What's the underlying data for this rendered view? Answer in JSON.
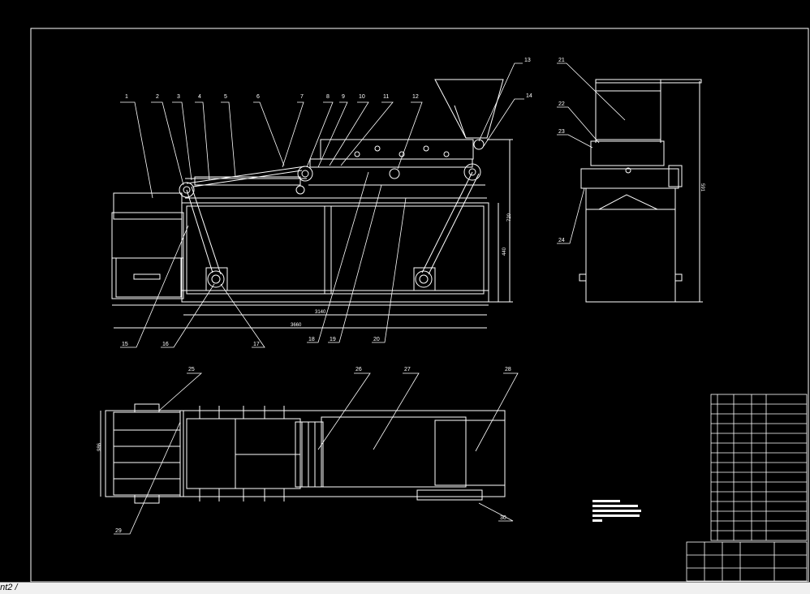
{
  "tab_label": "ont2 /",
  "callouts": [
    "1",
    "2",
    "3",
    "4",
    "5",
    "6",
    "7",
    "8",
    "9",
    "10",
    "11",
    "12",
    "13",
    "14",
    "15",
    "16",
    "17",
    "18",
    "19",
    "20",
    "21",
    "22",
    "23",
    "24",
    "25",
    "26",
    "27",
    "28",
    "29",
    "30"
  ],
  "dimensions": {
    "overall_length": "3660",
    "frame_length": "3140",
    "frame_height": "440",
    "upper_height": "720",
    "side_height": "591",
    "top_width": "986"
  }
}
